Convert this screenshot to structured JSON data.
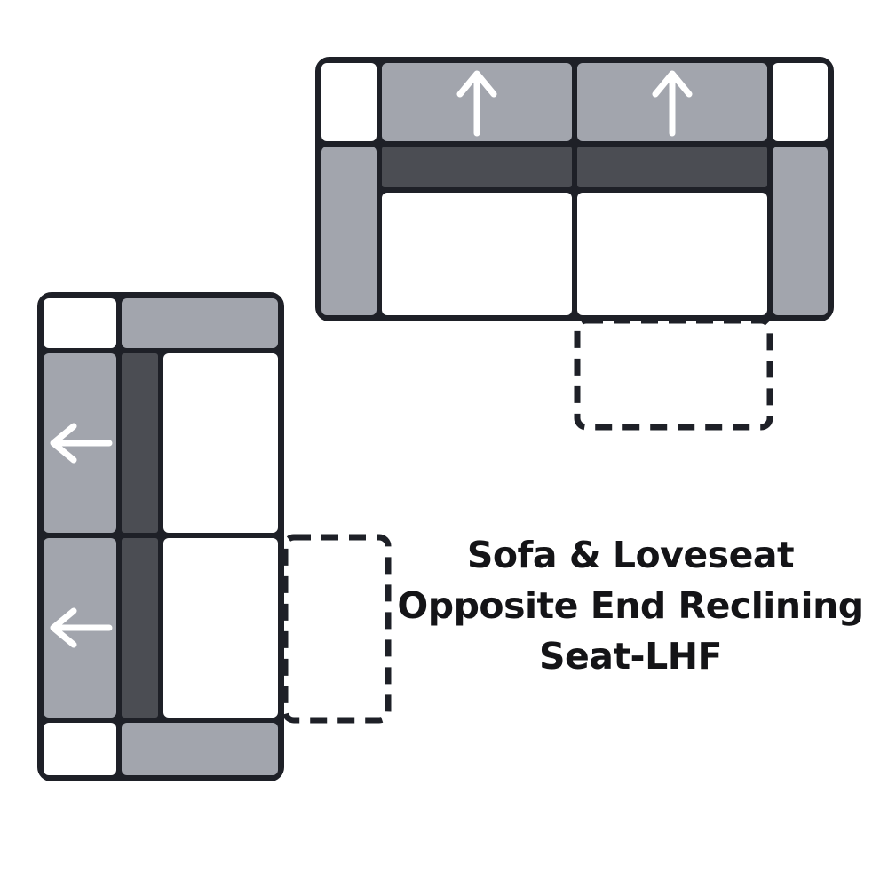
{
  "caption": {
    "lines": [
      "Sofa & Loveseat",
      "Opposite End Reclining",
      "Seat-LHF"
    ]
  },
  "colors": {
    "background": "#ffffff",
    "cushion-gray": "#a2a5ad",
    "rail-dark": "#4b4d53",
    "outline": "#1e2027",
    "seat-white": "#ffffff",
    "arrow": "#ffffff",
    "text": "#141417"
  },
  "pieces": {
    "sofa": {
      "recline_arrow_icon": "arrow-up-icon",
      "reclining_seat_count": 2,
      "footrest_outline": "dashed"
    },
    "loveseat": {
      "recline_arrow_icon": "arrow-left-icon",
      "reclining_seat_count": 2,
      "footrest_outline": "dashed"
    }
  }
}
